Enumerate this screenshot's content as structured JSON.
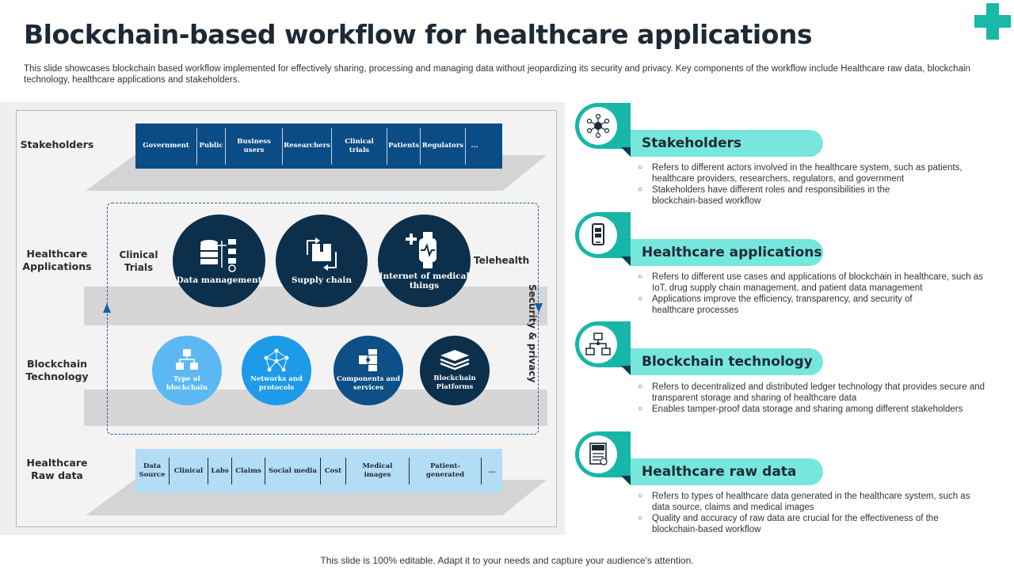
{
  "title": "Blockchain-based workflow for healthcare applications",
  "subtitle": "This slide showcases blockchain based workflow implemented for effectively sharing, processing and managing data without jeopardizing its security and privacy. Key components of the workflow include Healthcare raw data, blockchain technology, healthcare applications and stakeholders.",
  "diagram": {
    "rows": {
      "stakeholders": "Stakeholders",
      "healthcare_applications": "Healthcare Applications",
      "blockchain_technology": "Blockchain Technology",
      "healthcare_raw_data": "Healthcare Raw data"
    },
    "stakeholder_items": [
      "Government",
      "Public",
      "Business users",
      "Researchers",
      "Clinical trials",
      "Patients",
      "Regulators",
      "..."
    ],
    "raw_data_items": [
      "Data Source",
      "Clinical",
      "Labs",
      "Claims",
      "Social media",
      "Cost",
      "Medical images",
      "Patient-generated",
      "..."
    ],
    "clinical_trials": "Clinical Trials",
    "telehealth": "Telehealth",
    "app_circles": [
      "Data management",
      "Supply chain",
      "Internet of medical things"
    ],
    "tech_circles": [
      "Type of blockchain",
      "Networks and protocols",
      "Components and services",
      "Blockchain Platforms"
    ],
    "security": "Security & privacy",
    "colors": {
      "dark_navy": "#0c2f4b",
      "light_blue": "#5cb8f2",
      "mid_blue": "#1e9be8",
      "blue": "#0d4f86",
      "teal": "#17b6a8",
      "pill": "#77e6dc"
    }
  },
  "sections": [
    {
      "icon": "network-nodes-icon",
      "heading": "Stakeholders",
      "bullets": [
        "Refers to different actors involved in the healthcare system, such as patients, healthcare providers, researchers, regulators, and government",
        "Stakeholders have different roles and responsibilities in the blockchain-based workflow"
      ]
    },
    {
      "icon": "mobile-device-icon",
      "heading": "Healthcare applications",
      "bullets": [
        "Refers to different use cases and applications of blockchain in healthcare, such as IoT, drug supply chain management, and patient data management",
        "Applications improve the efficiency, transparency, and security of healthcare processes"
      ]
    },
    {
      "icon": "blockchain-network-icon",
      "heading": "Blockchain technology",
      "bullets": [
        "Refers to decentralized and distributed ledger technology that provides secure and transparent storage and sharing of healthcare data",
        "Enables tamper-proof data storage and sharing among different stakeholders"
      ]
    },
    {
      "icon": "raw-file-icon",
      "heading": "Healthcare raw data",
      "bullets": [
        "Refers to types of healthcare data generated in the healthcare system, such as data source, claims and medical images",
        "Quality and accuracy of raw data are crucial for the effectiveness of the blockchain-based workflow"
      ]
    }
  ],
  "footer": "This slide is 100% editable. Adapt it to your needs and capture your audience's attention."
}
